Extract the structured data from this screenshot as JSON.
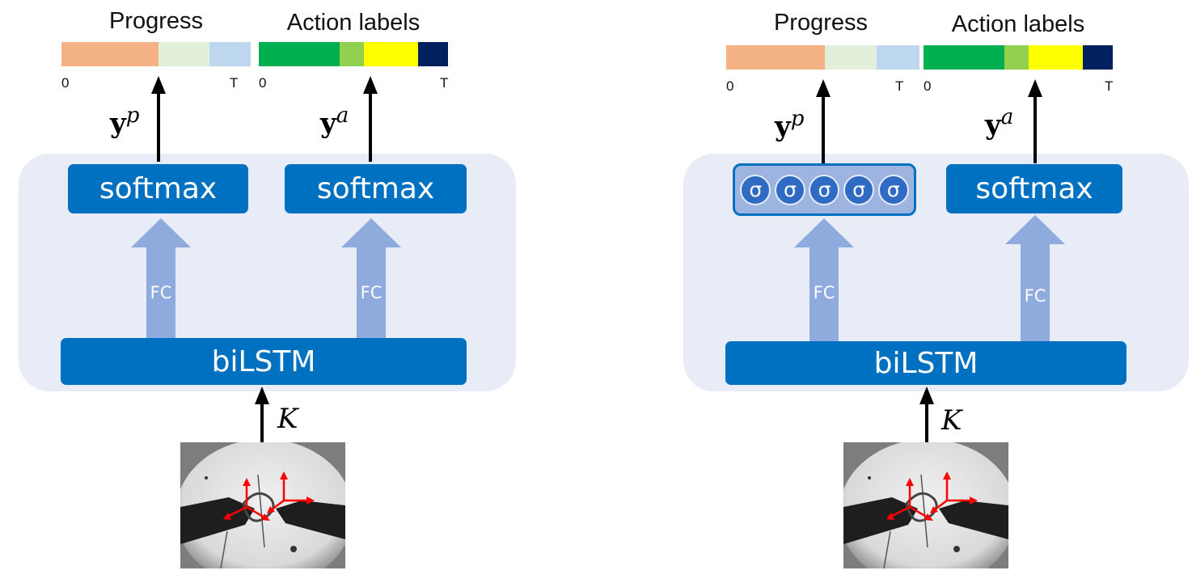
{
  "left": {
    "progress_title": "Progress",
    "action_title": "Action labels",
    "progress_tick_start": "0",
    "progress_tick_end": "T",
    "action_tick_start": "0",
    "action_tick_end": "T",
    "yp_base": "y",
    "yp_sup": "p",
    "ya_base": "y",
    "ya_sup": "a",
    "softmax_left": "softmax",
    "softmax_right": "softmax",
    "fc_left": "FC",
    "fc_right": "FC",
    "bilstm": "biLSTM",
    "input_symbol": "K"
  },
  "right": {
    "progress_title": "Progress",
    "action_title": "Action labels",
    "progress_tick_start": "0",
    "progress_tick_end": "T",
    "action_tick_start": "0",
    "action_tick_end": "T",
    "yp_base": "y",
    "yp_sup": "p",
    "ya_base": "y",
    "ya_sup": "a",
    "sigmas": [
      "σ",
      "σ",
      "σ",
      "σ",
      "σ"
    ],
    "softmax_right": "softmax",
    "fc_left": "FC",
    "fc_right": "FC",
    "bilstm": "biLSTM",
    "input_symbol": "K"
  },
  "colors": {
    "progress_segments": [
      "#f4b183",
      "#e2efda",
      "#bdd7ee"
    ],
    "action_segments": [
      "#00b050",
      "#92d050",
      "#ffff00",
      "#002060"
    ],
    "block_blue": "#0070c0",
    "fc_arrow": "#8faadc",
    "panel_bg": "#e8ecf7"
  },
  "icons": {
    "input_image": "surgical-robot-grayscale-frame-with-red-axes"
  }
}
